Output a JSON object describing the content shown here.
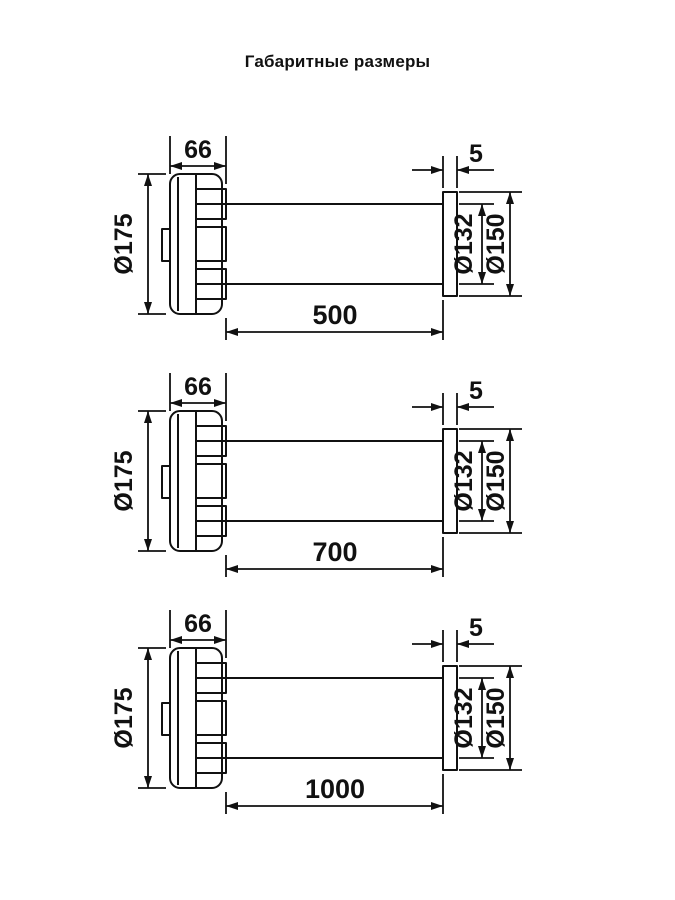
{
  "title": "Габаритные размеры",
  "labels": {
    "head_width": "66",
    "head_diameter": "Ø175",
    "flange_thickness": "5",
    "duct_diameter": "Ø132",
    "flange_diameter": "Ø150"
  },
  "diagrams": [
    {
      "length": "500"
    },
    {
      "length": "700"
    },
    {
      "length": "1000"
    }
  ],
  "colors": {
    "line": "#111111",
    "background": "#ffffff"
  }
}
